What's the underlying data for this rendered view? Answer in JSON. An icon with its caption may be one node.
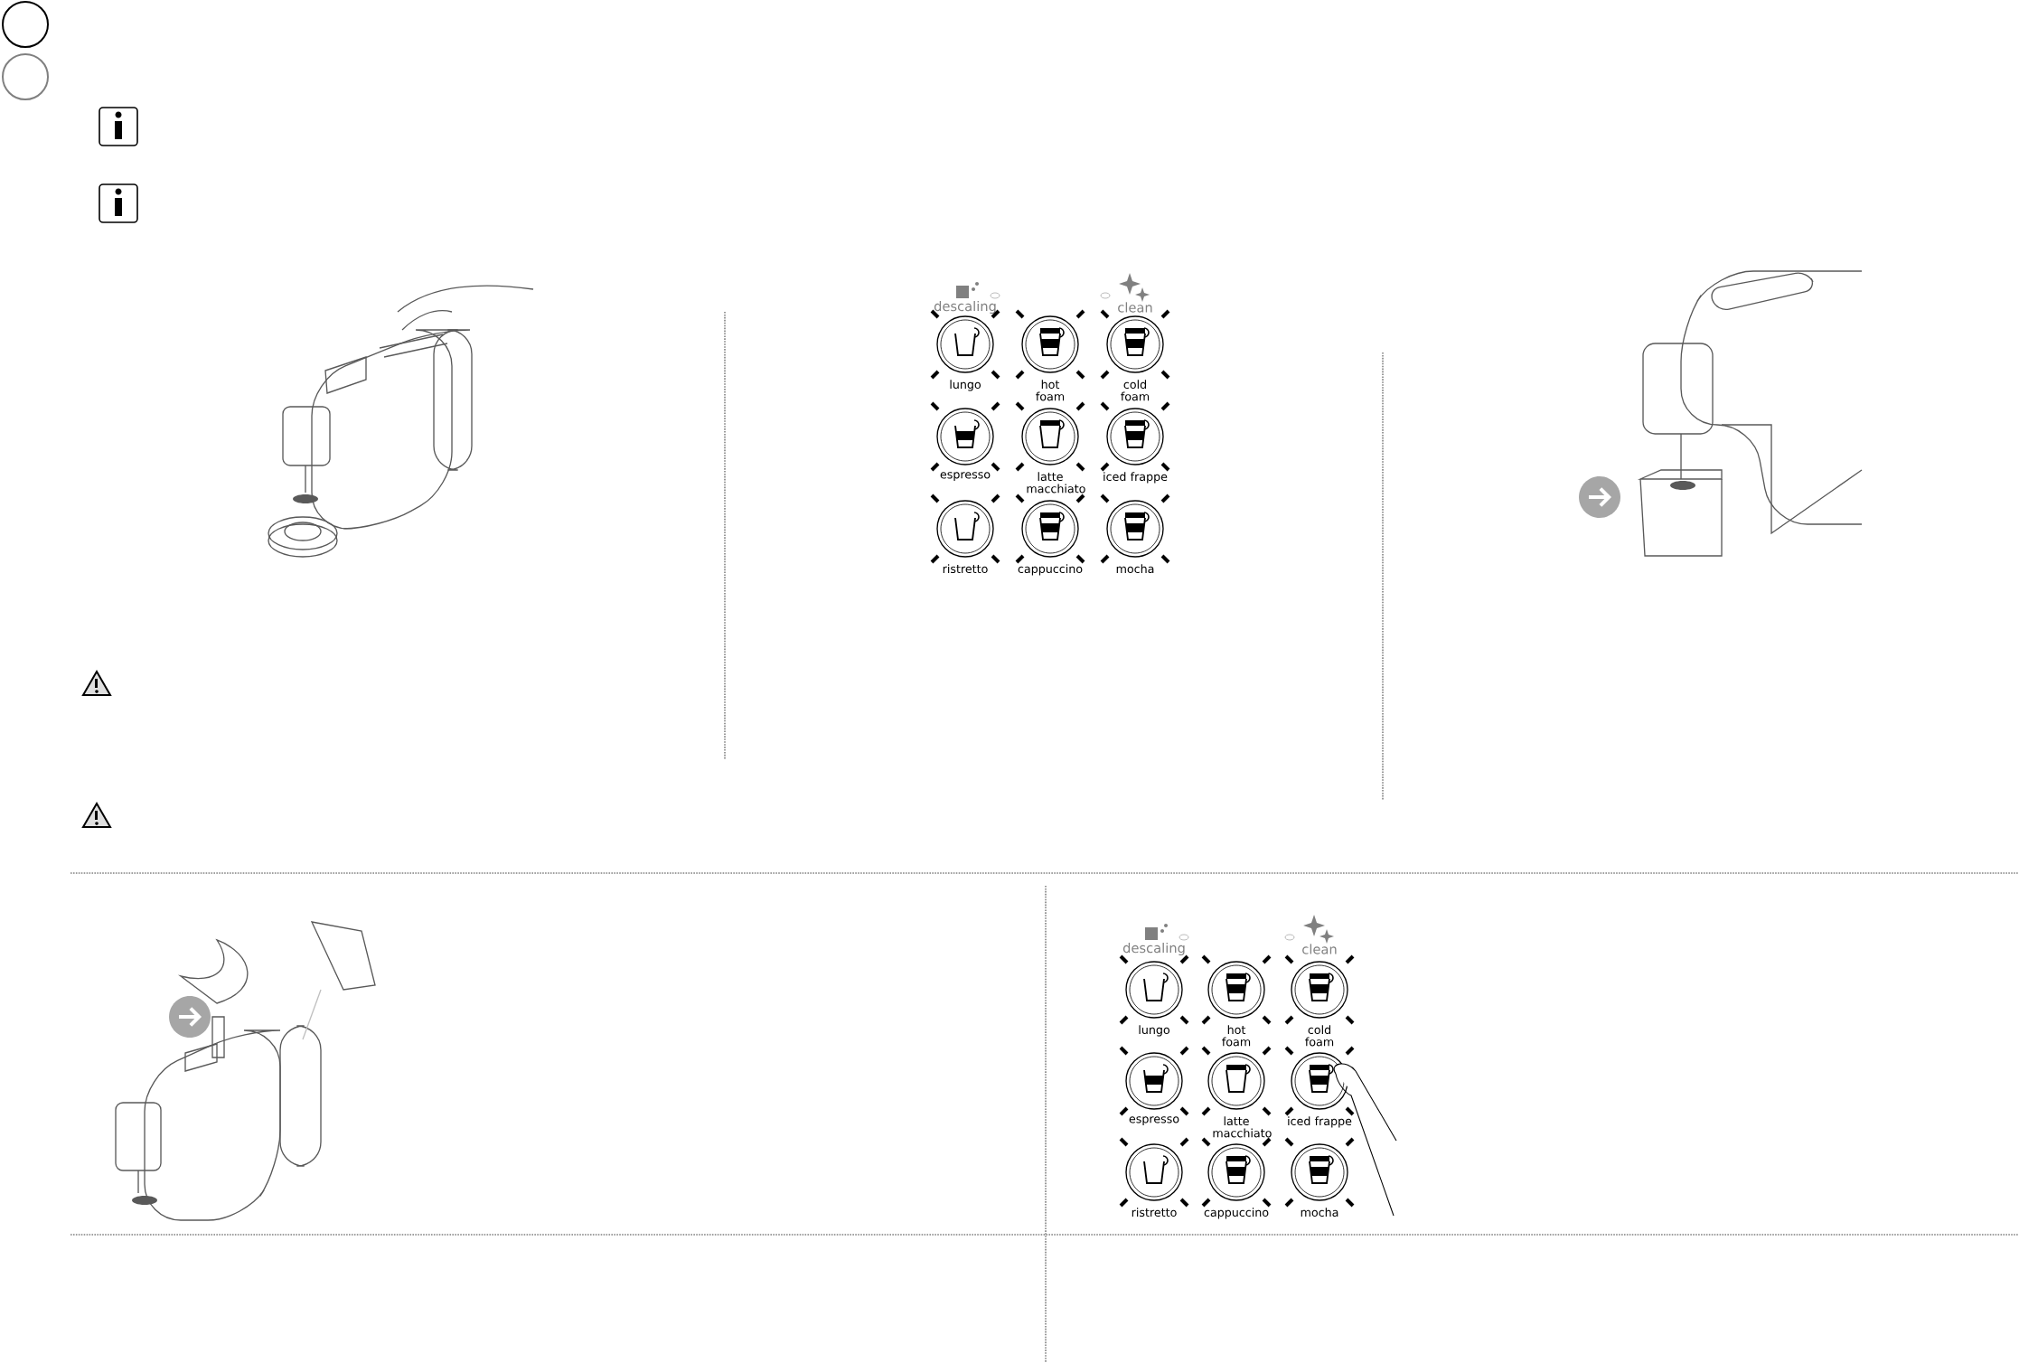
{
  "diagram": {
    "labels": [
      "descaling",
      "clean",
      "lungo",
      "hot foam",
      "cold foam",
      "espresso",
      "latte macchiato",
      "iced frappe",
      "ristretto",
      "cappuccino",
      "mocha",
      "descaling",
      "clean",
      "lungo",
      "hot foam",
      "cold foam",
      "espresso",
      "latte macchiato",
      "iced frappe",
      "ristretto",
      "cappuccino",
      "mocha"
    ]
  }
}
